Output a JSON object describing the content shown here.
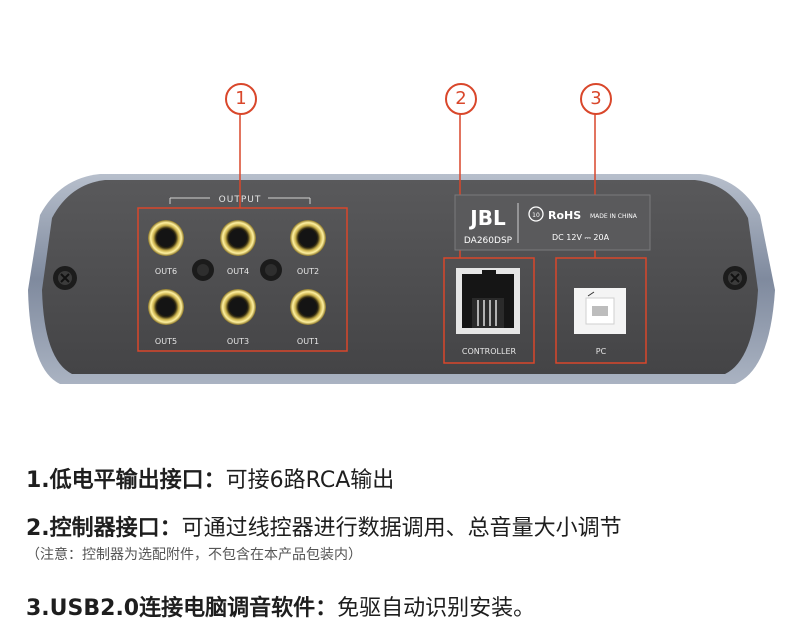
{
  "callouts": [
    "1",
    "2",
    "3"
  ],
  "device": {
    "output_label": "OUTPUT",
    "ports": [
      "OUT6",
      "OUT4",
      "OUT2",
      "OUT5",
      "OUT3",
      "OUT1"
    ],
    "controller_label": "CONTROLLER",
    "pc_label": "PC",
    "brand": "JBL",
    "model": "DA260DSP",
    "rohs": "RoHS",
    "made_in": "MADE IN CHINA",
    "power": "DC  12V ⎓ 20A",
    "eco": "10"
  },
  "descriptions": {
    "item1_title": "1.低电平输出接口：",
    "item1_text": "可接6路RCA输出",
    "item2_title": "2.控制器接口：",
    "item2_text": "可通过线控器进行数据调用、总音量大小调节",
    "item2_note": "（注意：控制器为选配附件，不包含在本产品包装内）",
    "item3_title": "3.USB2.0连接电脑调音软件：",
    "item3_text": "免驱自动识别安装。"
  },
  "colors": {
    "accent": "#d9472b",
    "panel": "#4b4b4d",
    "frame": "#8f9aad"
  }
}
